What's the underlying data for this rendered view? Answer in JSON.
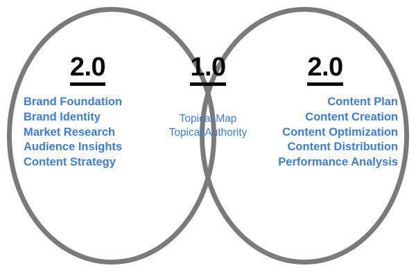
{
  "diagram": {
    "type": "venn",
    "title": "",
    "stroke_color": "#7a7a7a",
    "stroke_width": 7,
    "background": "#ffffff",
    "heading_color": "#0a0a0a",
    "item_color": "#3b7ddd",
    "left_circle": {
      "heading": "2.0",
      "items": [
        "Brand Foundation",
        "Brand Identity",
        "Market Research",
        "Audience Insights",
        "Content Strategy"
      ]
    },
    "overlap": {
      "heading": "1.0",
      "items": [
        "Topical Map",
        "Topical Authority"
      ]
    },
    "right_circle": {
      "heading": "2.0",
      "items": [
        "Content Plan",
        "Content Creation",
        "Content Optimization",
        "Content Distribution",
        "Performance Analysis"
      ]
    }
  }
}
